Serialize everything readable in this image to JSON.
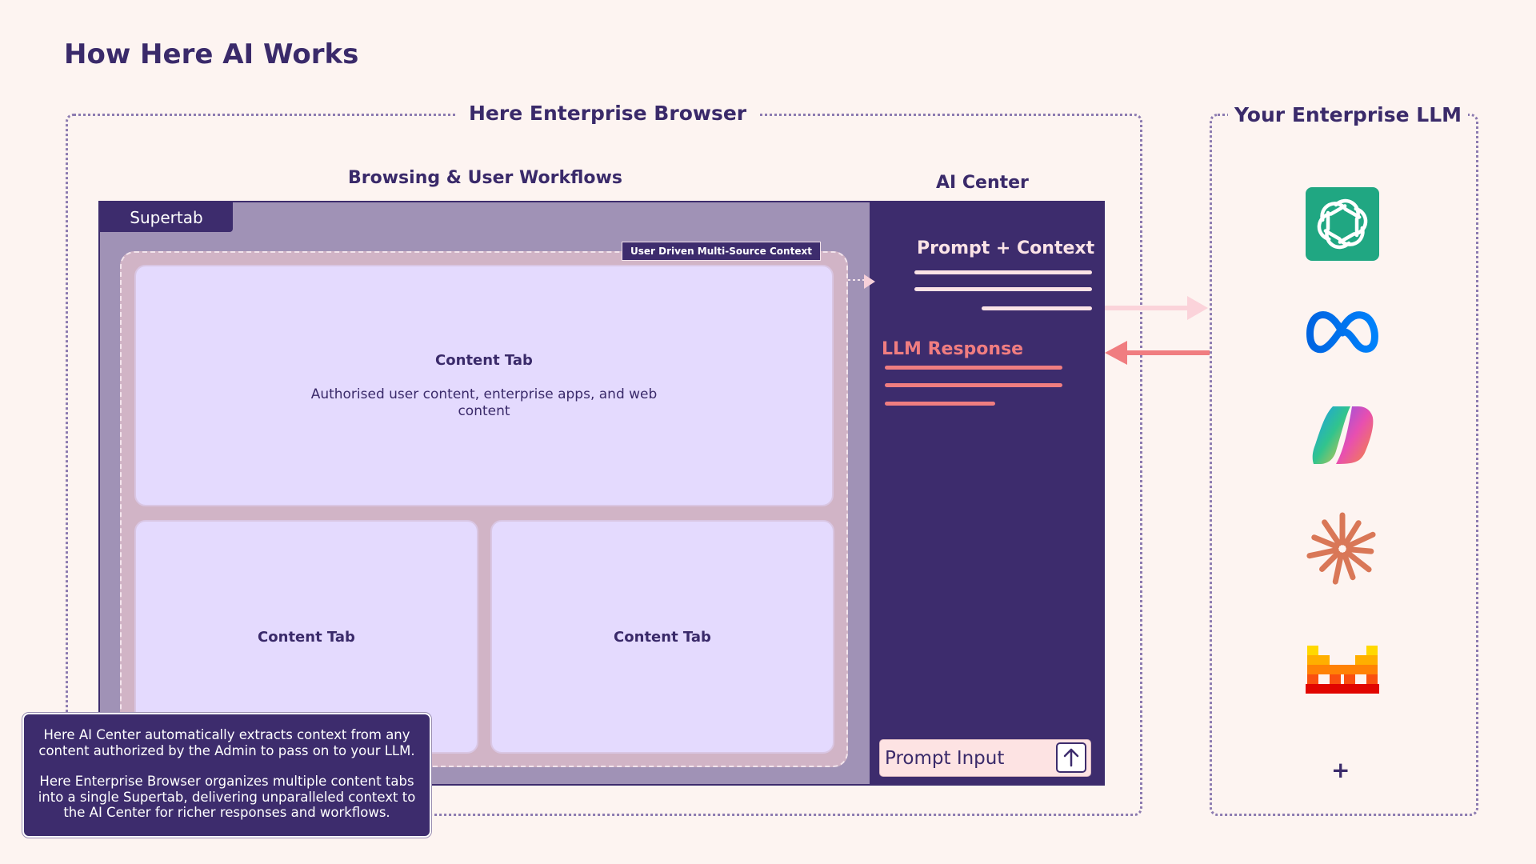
{
  "title": "How Here AI Works",
  "browser": {
    "label": "Here Enterprise Browser",
    "workflows_label": "Browsing & User Workflows",
    "supertab_label": "Supertab",
    "context_badge": "User Driven Multi-Source Context",
    "tabs": [
      {
        "title": "Content Tab",
        "description": "Authorised user content, enterprise apps, and web content"
      },
      {
        "title": "Content Tab"
      },
      {
        "title": "Content Tab"
      }
    ]
  },
  "ai_center": {
    "label": "AI Center",
    "prompt_context": "Prompt + Context",
    "llm_response": "LLM Response",
    "prompt_input": "Prompt Input",
    "send_icon": "arrow-up-icon"
  },
  "llm": {
    "label": "Your Enterprise LLM",
    "providers": [
      {
        "icon": "openai-logo-icon",
        "color": "#20a782"
      },
      {
        "icon": "meta-logo-icon",
        "color": "#0668e1"
      },
      {
        "icon": "copilot-logo-icon"
      },
      {
        "icon": "claude-logo-icon",
        "color": "#d97757"
      },
      {
        "icon": "mistral-logo-icon",
        "color": "#fa520f"
      }
    ],
    "more": "+"
  },
  "info": {
    "paragraph1": "Here AI Center automatically extracts context from any content authorized by the Admin to pass on to your LLM.",
    "paragraph2": "Here Enterprise Browser organizes multiple content tabs into a single Supertab, delivering unparalleled context to the AI Center for richer responses and workflows."
  },
  "colors": {
    "background": "#fdf4f1",
    "primary": "#3d2c6d",
    "content_tab": "#e4dafe",
    "prompt": "#fbe3e6",
    "response": "#f07d80"
  }
}
